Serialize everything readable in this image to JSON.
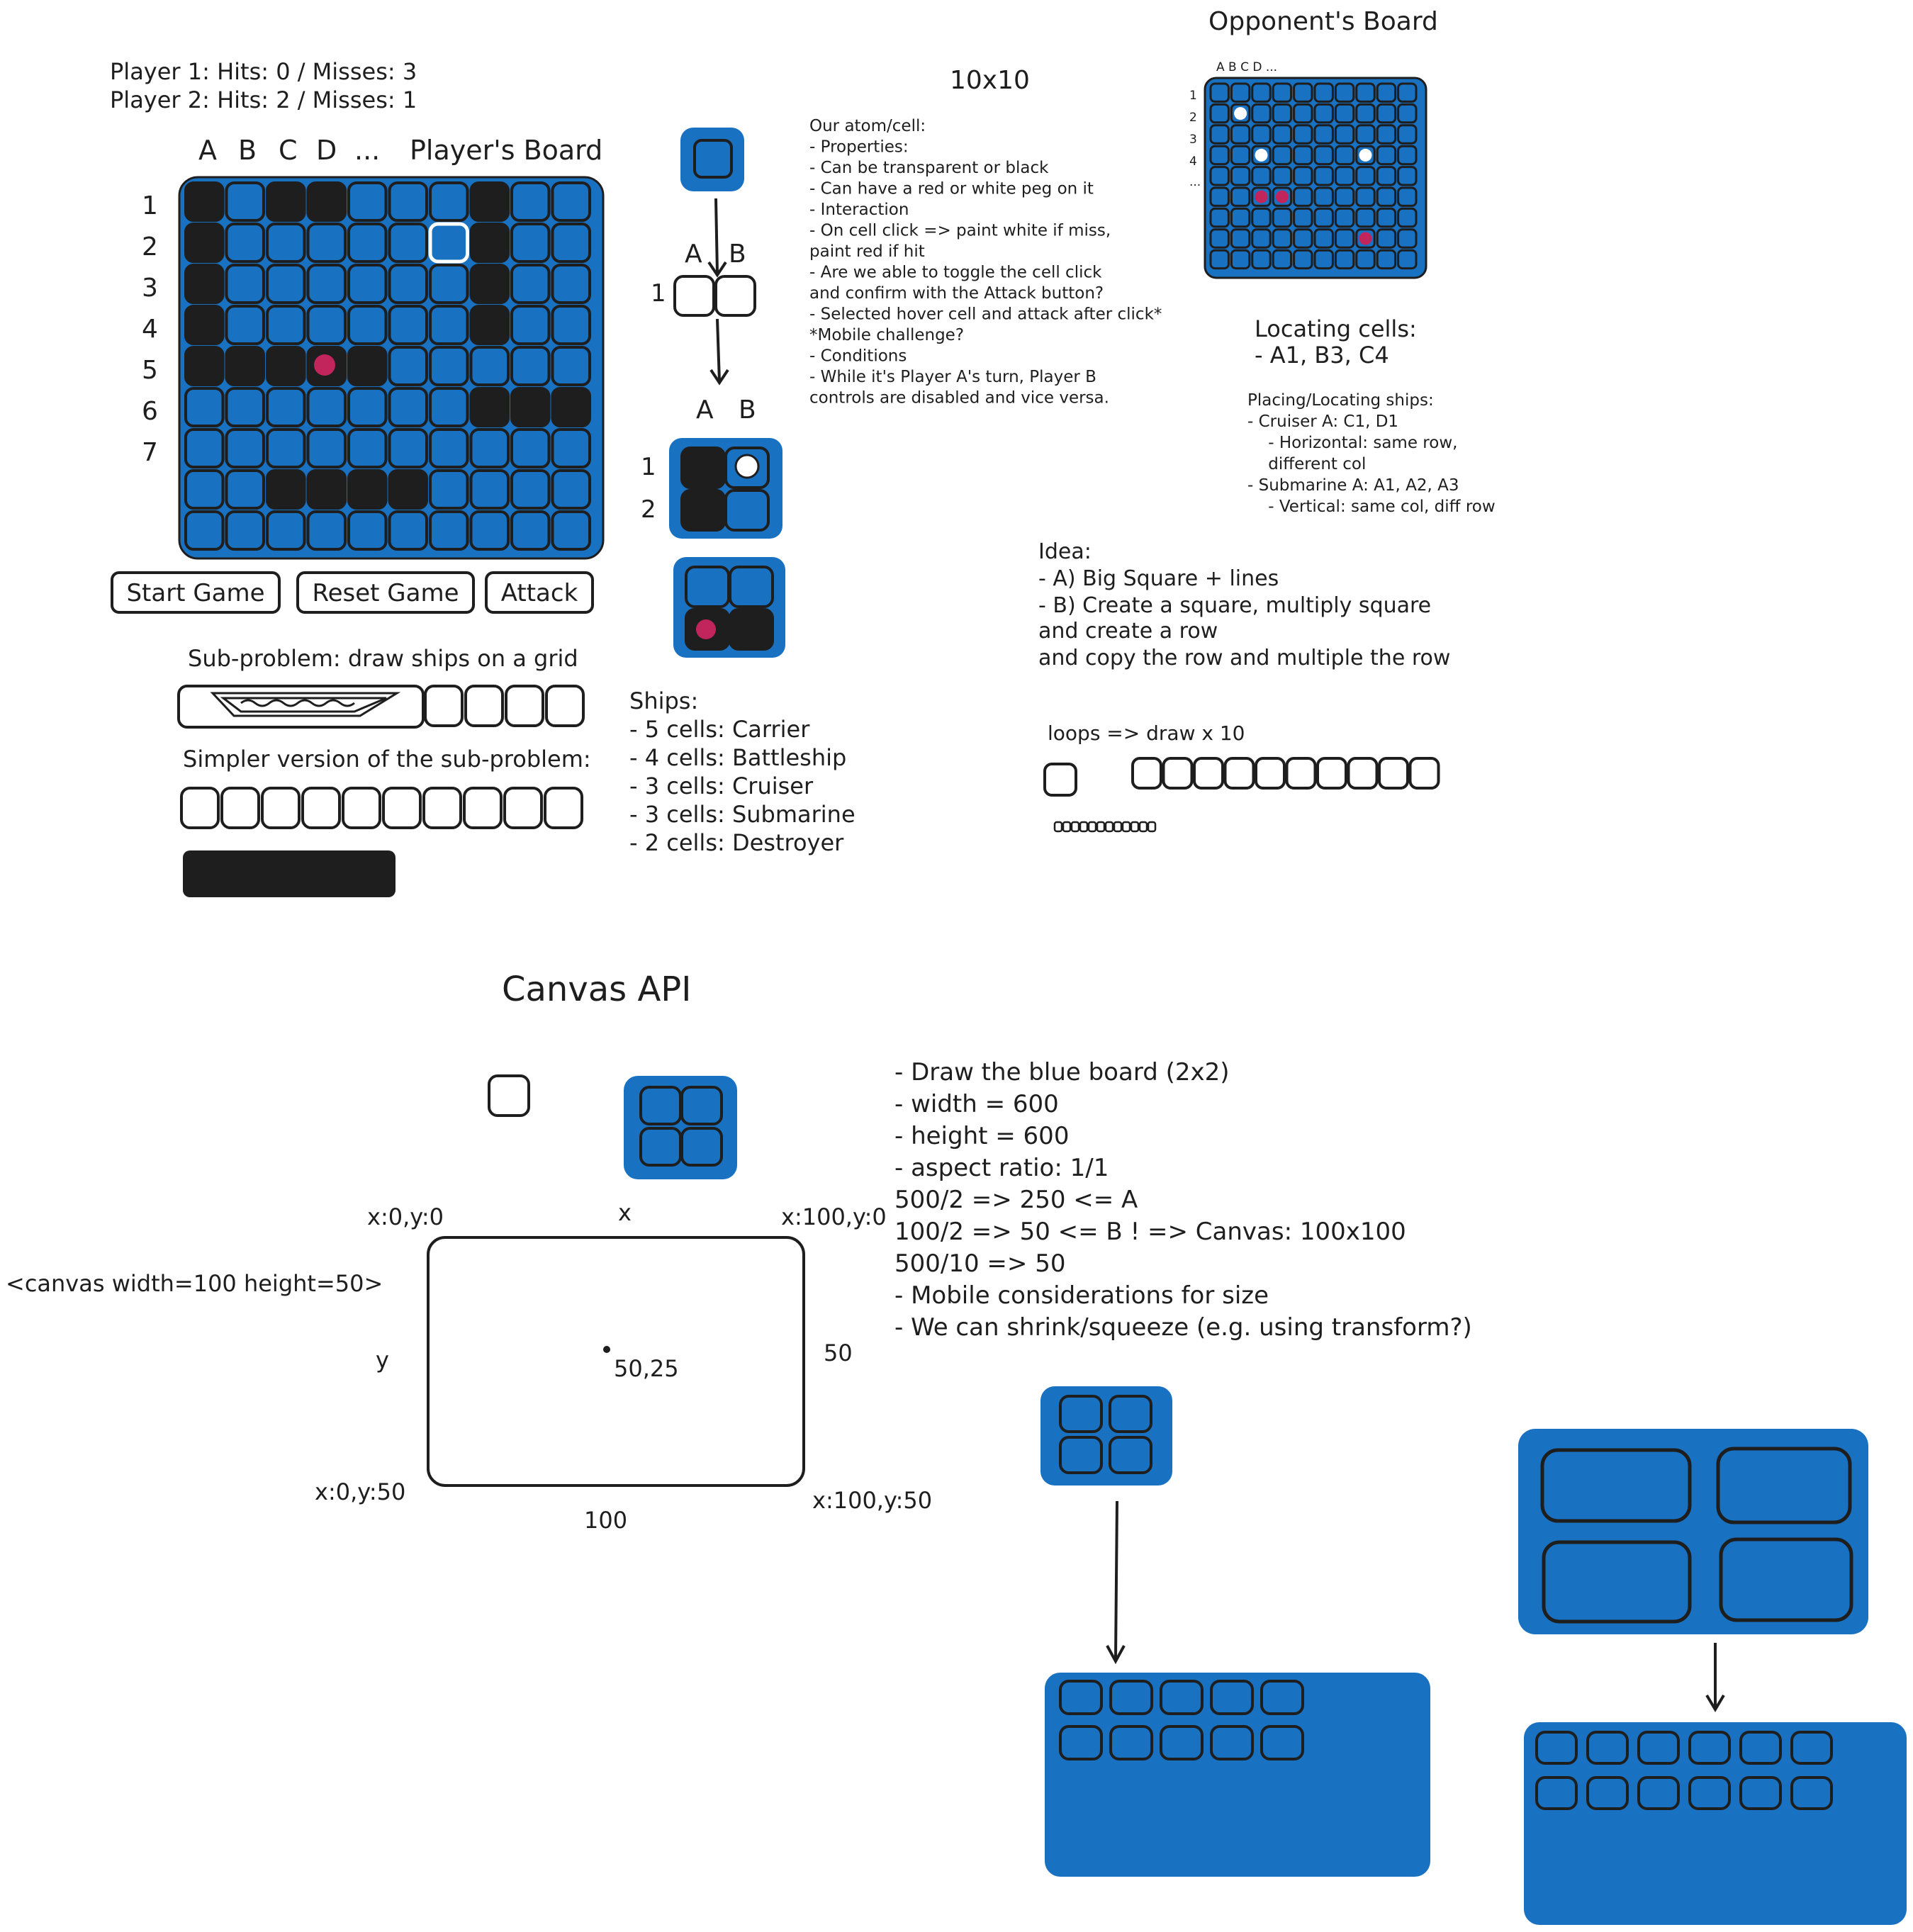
{
  "score": {
    "player1": "Player 1: Hits: 0 / Misses: 3",
    "player2": "Player 2: Hits: 2 / Misses: 1"
  },
  "player_board": {
    "title": "Player's Board",
    "col_labels": [
      "A",
      "B",
      "C",
      "D",
      "..."
    ],
    "row_labels": [
      "1",
      "2",
      "3",
      "4",
      "5",
      "6",
      "7"
    ]
  },
  "buttons": {
    "start": "Start Game",
    "reset": "Reset Game",
    "attack": "Attack"
  },
  "subproblem": {
    "title": "Sub-problem: draw ships on a grid",
    "simpler": "Simpler version of the sub-problem:"
  },
  "mini": {
    "ab": [
      "A",
      "B"
    ],
    "row1": "1",
    "ab2": [
      "A",
      "B"
    ],
    "rows2": [
      "1",
      "2"
    ]
  },
  "ships": {
    "title": "Ships:",
    "items": [
      "- 5 cells: Carrier",
      "- 4 cells: Battleship",
      "- 3 cells: Cruiser",
      "- 3 cells: Submarine",
      "- 2 cells: Destroyer"
    ]
  },
  "notes": {
    "title": "10x10",
    "lines": [
      "Our atom/cell:",
      "- Properties:",
      "    - Can be transparent or black",
      "    - Can have a red or white peg on it",
      "- Interaction",
      "    - On cell click => paint white if miss,",
      "    paint red if hit",
      "    - Are we able to toggle the cell click",
      "    and confirm with the Attack button?",
      "    - Selected hover cell and attack after click*",
      "        *Mobile challenge?",
      "- Conditions",
      "    - While it's Player A's turn, Player B",
      "    controls are disabled and vice versa."
    ]
  },
  "opponent": {
    "title": "Opponent's Board",
    "col_labels": "A B C D ...",
    "row_labels": [
      "1",
      "2",
      "3",
      "4",
      "..."
    ]
  },
  "locating": {
    "title": "Locating cells:",
    "example": "- A1, B3, C4",
    "placing_title": "Placing/Locating ships:",
    "placing_lines": [
      "- Cruiser A: C1, D1",
      "    - Horizontal: same row,",
      "    different col",
      "- Submarine A: A1, A2, A3",
      "    - Vertical: same col, diff row"
    ]
  },
  "idea": {
    "title": "Idea:",
    "lines": [
      "- A) Big Square + lines",
      "- B) Create a square, multiply square",
      "and create a row",
      "and copy the row and multiple the row"
    ]
  },
  "loops": "loops => draw x 10",
  "canvas_api": {
    "title": "Canvas API",
    "tag": "<canvas width=100 height=50>",
    "corner_tl": "x:0,y:0",
    "corner_tr": "x:100,y:0",
    "corner_bl": "x:0,y:50",
    "corner_br": "x:100,y:50",
    "x_axis": "x",
    "y_axis": "y",
    "height": "50",
    "width": "100",
    "center": "50,25"
  },
  "draw_notes": [
    "- Draw the blue board (2x2)",
    "    - width = 600",
    "    - height = 600",
    "    - aspect ratio: 1/1",
    "    500/2 => 250 <= A",
    "    100/2  => 50  <= B ! => Canvas: 100x100",
    "    500/10 => 50",
    "    - Mobile considerations for size",
    "        - We can shrink/squeeze (e.g. using transform?)"
  ],
  "colors": {
    "board_blue": "#1971c2",
    "ink": "#1e1e1e",
    "hit_red": "#c2255c",
    "peg_white": "#ffffff"
  }
}
